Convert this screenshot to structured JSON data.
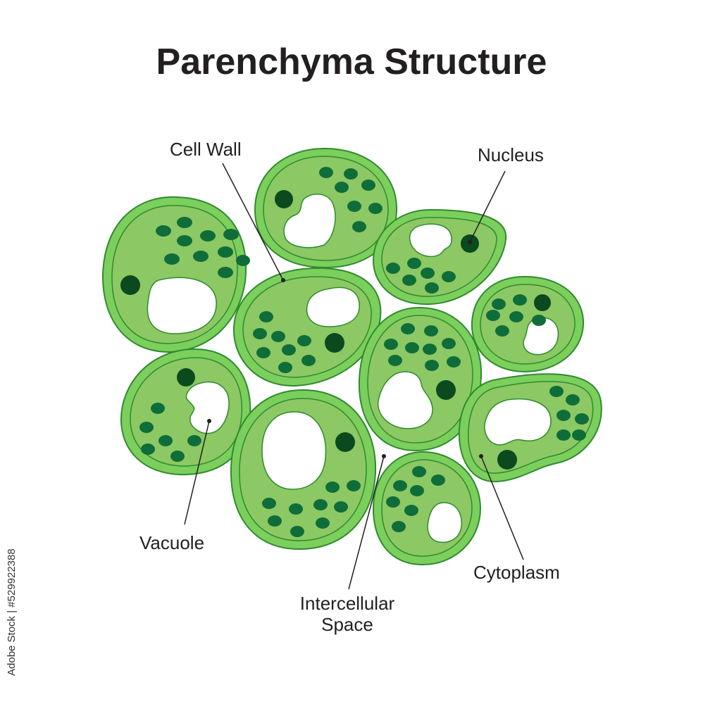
{
  "title": "Parenchyma Structure",
  "labels": {
    "cell_wall": "Cell Wall",
    "nucleus": "Nucleus",
    "vacuole": "Vacuole",
    "cytoplasm": "Cytoplasm",
    "intercellular_line1": "Intercellular",
    "intercellular_line2": "Space"
  },
  "stock_id": "Adobe Stock | #529922388",
  "colors": {
    "cell_wall": "#7ccf5c",
    "cytoplasm": "#8cc863",
    "outline": "#2e8b2e",
    "chloroplast": "#0f6d3a",
    "nucleus": "#0b4a1e",
    "vacuole": "#ffffff",
    "text": "#231f20"
  }
}
